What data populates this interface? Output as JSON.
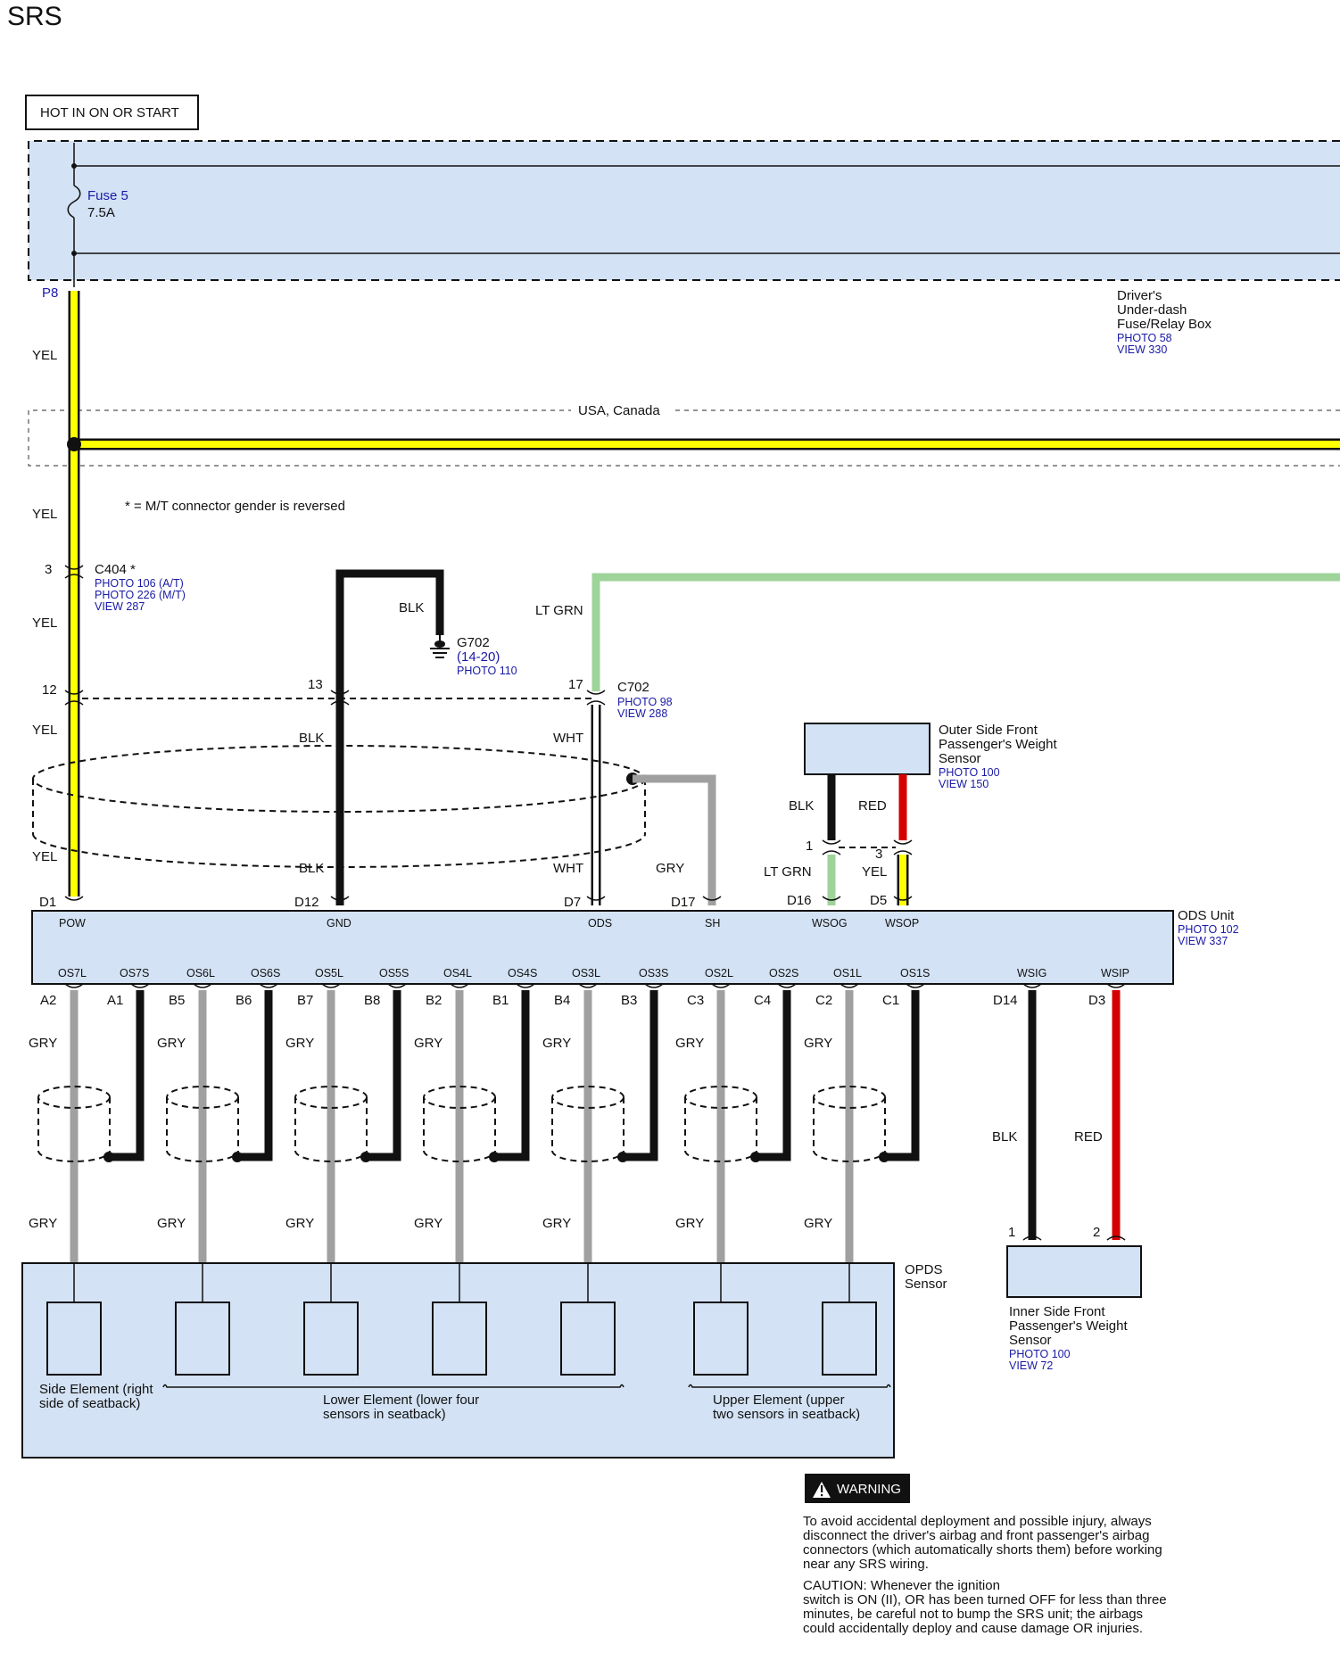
{
  "title": "SRS",
  "hot_label": "HOT IN ON OR START",
  "fuse": {
    "name": "Fuse 5",
    "rating": "7.5A",
    "terminal": "P8"
  },
  "fuse_box": {
    "line1": "Driver's",
    "line2": "Under-dash",
    "line3": "Fuse/Relay Box",
    "photo": "PHOTO 58",
    "view": "VIEW 330"
  },
  "region_label": "USA, Canada",
  "note": "* = M/T connector gender is reversed",
  "c404": {
    "name": "C404 *",
    "photo1": "PHOTO 106 (A/T)",
    "photo2": "PHOTO 226 (M/T)",
    "view": "VIEW 287",
    "pin_top": "3",
    "pin_bottom": "12"
  },
  "c702": {
    "name": "C702",
    "photo": "PHOTO 98",
    "view": "VIEW 288",
    "pin_gnd": "13",
    "pin_ods": "17"
  },
  "g702": {
    "name": "G702",
    "ref": "(14-20)",
    "photo": "PHOTO 110"
  },
  "outer_sensor": {
    "line1": "Outer Side Front",
    "line2": "Passenger's Weight",
    "line3": "Sensor",
    "photo": "PHOTO 100",
    "view": "VIEW 150",
    "pin1": "1",
    "pin3": "3"
  },
  "ods_unit": {
    "name": "ODS Unit",
    "photo": "PHOTO 102",
    "view": "VIEW 337",
    "top_pins": [
      {
        "pin": "D1",
        "label": "POW"
      },
      {
        "pin": "D12",
        "label": "GND"
      },
      {
        "pin": "D7",
        "label": "ODS"
      },
      {
        "pin": "D17",
        "label": "SH"
      },
      {
        "pin": "D16",
        "label": "WSOG"
      },
      {
        "pin": "D5",
        "label": "WSOP"
      }
    ],
    "bottom_pins": [
      {
        "pin": "A2",
        "label": "OS7L"
      },
      {
        "pin": "A1",
        "label": "OS7S"
      },
      {
        "pin": "B5",
        "label": "OS6L"
      },
      {
        "pin": "B6",
        "label": "OS6S"
      },
      {
        "pin": "B7",
        "label": "OS5L"
      },
      {
        "pin": "B8",
        "label": "OS5S"
      },
      {
        "pin": "B2",
        "label": "OS4L"
      },
      {
        "pin": "B1",
        "label": "OS4S"
      },
      {
        "pin": "B4",
        "label": "OS3L"
      },
      {
        "pin": "B3",
        "label": "OS3S"
      },
      {
        "pin": "C3",
        "label": "OS2L"
      },
      {
        "pin": "C4",
        "label": "OS2S"
      },
      {
        "pin": "C2",
        "label": "OS1L"
      },
      {
        "pin": "C1",
        "label": "OS1S"
      },
      {
        "pin": "D14",
        "label": "WSIG"
      },
      {
        "pin": "D3",
        "label": "WSIP"
      }
    ]
  },
  "wires": {
    "yel": "YEL",
    "blk": "BLK",
    "wht": "WHT",
    "gry": "GRY",
    "lt_grn": "LT GRN",
    "red": "RED"
  },
  "opds": {
    "name1": "OPDS",
    "name2": "Sensor",
    "side1": "Side Element (right",
    "side2": "side of seatback)",
    "lower1": "Lower Element (lower four",
    "lower2": "sensors in seatback)",
    "upper1": "Upper Element (upper",
    "upper2": "two sensors in seatback)"
  },
  "inner_sensor": {
    "line1": "Inner Side Front",
    "line2": "Passenger's Weight",
    "line3": "Sensor",
    "photo": "PHOTO 100",
    "view": "VIEW 72",
    "pin1": "1",
    "pin2": "2"
  },
  "warning": {
    "label": "WARNING",
    "p1": [
      "To avoid accidental deployment and possible injury, always",
      "disconnect the driver's airbag and front passenger's airbag",
      "connectors (which automatically shorts them) before working",
      "near any SRS wiring."
    ],
    "p2": [
      "CAUTION: Whenever the ignition",
      "switch is ON (II), OR has been turned OFF for less than three",
      "minutes, be careful not to bump the SRS unit; the airbags",
      "could accidentally deploy and cause damage OR injuries."
    ]
  }
}
